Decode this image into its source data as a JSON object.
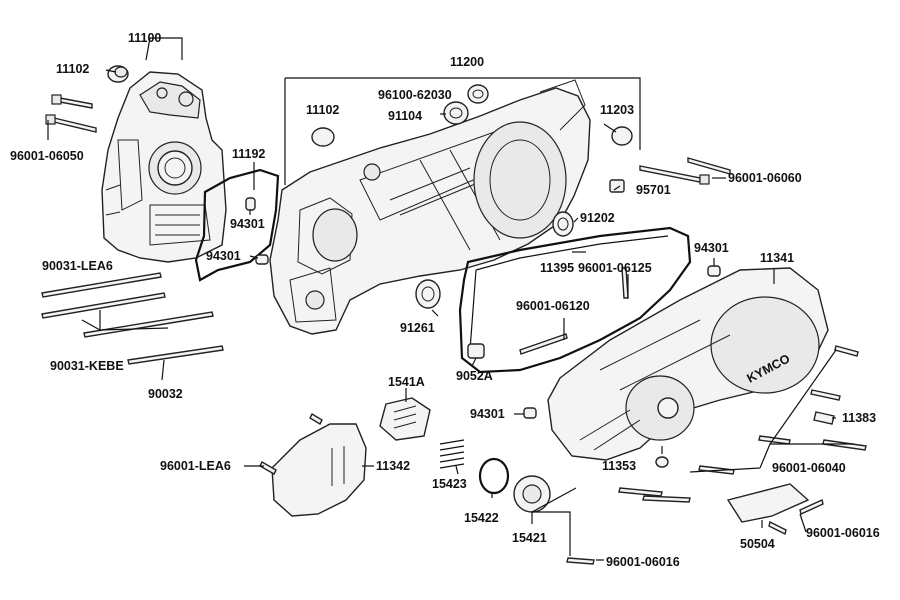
{
  "diagram": {
    "labels": {
      "p11100": "11100",
      "p11102a": "11102",
      "p96001_06050": "96001-06050",
      "p11192": "11192",
      "p94301a": "94301",
      "p94301b": "94301",
      "p90031_lea6": "90031-LEA6",
      "p90031_kebe": "90031-KEBE",
      "p90032": "90032",
      "p11200": "11200",
      "p96100_62030": "96100-62030",
      "p91104": "91104",
      "p11102b": "11102",
      "p11203": "11203",
      "p96001_06060": "96001-06060",
      "p95701": "95701",
      "p91202": "91202",
      "p94301c": "94301",
      "p11341": "11341",
      "p11395": "11395",
      "p96001_06125": "96001-06125",
      "p96001_06120": "96001-06120",
      "p91261": "91261",
      "p9052a": "9052A",
      "p1541a": "1541A",
      "p94301d": "94301",
      "p11383": "11383",
      "p11353": "11353",
      "p96001_06040": "96001-06040",
      "p96001_lea6": "96001-LEA6",
      "p11342": "11342",
      "p15423": "15423",
      "p15422": "15422",
      "p15421": "15421",
      "p50504": "50504",
      "p96001_06016a": "96001-06016",
      "p96001_06016b": "96001-06016"
    },
    "cover_logo": "KYMCO"
  }
}
